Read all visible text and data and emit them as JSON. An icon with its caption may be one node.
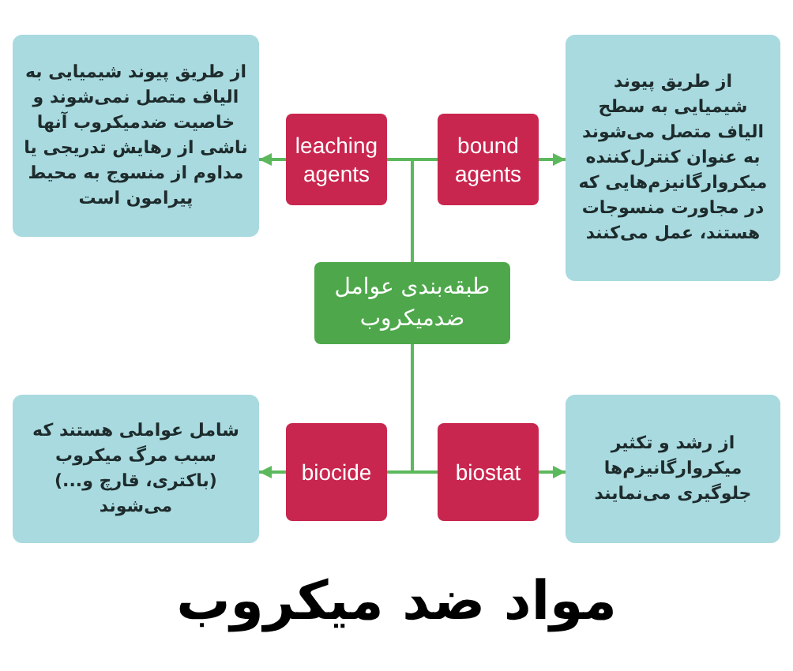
{
  "diagram": {
    "title": "مواد ضد میکروب",
    "nodes": [
      {
        "text": [
          "از طریق پیوند شیمیایی به الیاف متصل نمی‌شوند و خاصیت ضدمیکروب آنها ناشی از رهایش تدریجی یا مداوم از منسوج به محیط پیرامون است"
        ]
      },
      {
        "text": [
          "leaching agents"
        ]
      },
      {
        "text": [
          "bound agents"
        ]
      },
      {
        "text": [
          "از طریق پیوند شیمیایی به سطح الیاف متصل می‌شوند به عنوان کنترل‌کننده میکروارگانیزم‌هایی که در مجاورت منسوجات هستند، عمل می‌کنند"
        ]
      },
      {
        "text": [
          "طبقه‌بندی عوامل ضدمیکروب"
        ]
      },
      {
        "text": [
          "شامل عواملی هستند که سبب مرگ میکروب (باکتری، قارچ و...) می‌شوند"
        ]
      },
      {
        "text": [
          "biocide"
        ]
      },
      {
        "text": [
          "biostat"
        ]
      },
      {
        "text": [
          "از رشد و تکثیر میکروارگانیزم‌ها جلوگیری می‌نمایند"
        ]
      }
    ],
    "edges": [
      {
        "from": 4,
        "to": 1,
        "arrow": "none"
      },
      {
        "from": 4,
        "to": 2,
        "arrow": "none"
      },
      {
        "from": 1,
        "to": 0,
        "arrow": "to"
      },
      {
        "from": 2,
        "to": 3,
        "arrow": "to"
      },
      {
        "from": 4,
        "to": 6,
        "arrow": "none"
      },
      {
        "from": 4,
        "to": 7,
        "arrow": "none"
      },
      {
        "from": 6,
        "to": 5,
        "arrow": "to"
      },
      {
        "from": 7,
        "to": 8,
        "arrow": "to"
      }
    ]
  }
}
